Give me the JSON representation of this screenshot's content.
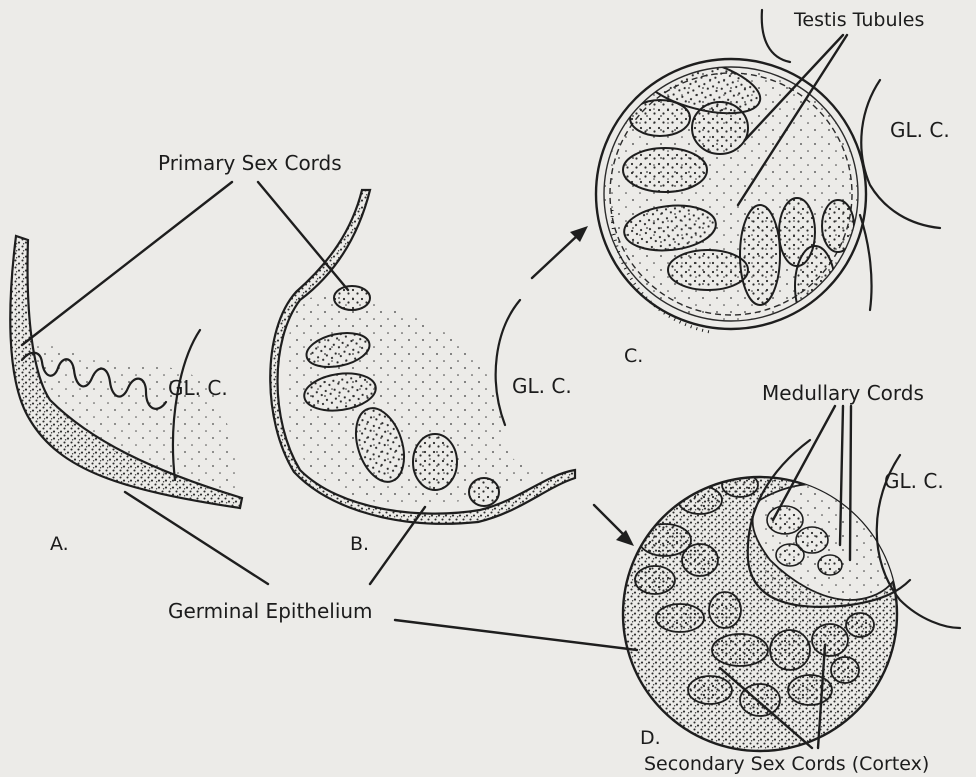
{
  "labels": {
    "primary_sex_cords": "Primary Sex Cords",
    "testis_tubules": "Testis Tubules",
    "medullary_cords": "Medullary Cords",
    "germinal_epithelium": "Germinal Epithelium",
    "secondary_sex_cords": "Secondary Sex Cords (Cortex)"
  },
  "panels": {
    "a": {
      "letter": "A.",
      "glc": "GL. C."
    },
    "b": {
      "letter": "B.",
      "glc": "GL. C."
    },
    "c": {
      "letter": "C.",
      "glc": "GL. C."
    },
    "d": {
      "letter": "D.",
      "glc": "GL. C."
    }
  },
  "colors": {
    "ink": "#1e1e1e",
    "paper": "#ecebe8",
    "stipple": "#2b2b2b"
  }
}
